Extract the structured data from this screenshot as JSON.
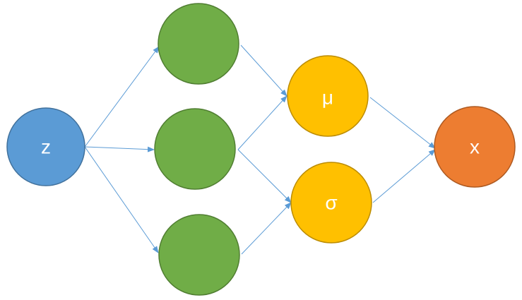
{
  "colors": {
    "input": "#5b9bd5",
    "input_stroke": "#41719c",
    "hidden": "#70ad47",
    "hidden_stroke": "#507e32",
    "param": "#ffc000",
    "param_stroke": "#bc8c00",
    "output": "#ed7d31",
    "output_stroke": "#ae5a21",
    "edge": "#5b9bd5",
    "label": "#ffffff"
  },
  "nodes": {
    "z": {
      "label": "z"
    },
    "mu": {
      "label": "μ"
    },
    "sigma": {
      "label": "σ"
    },
    "x": {
      "label": "x"
    }
  }
}
